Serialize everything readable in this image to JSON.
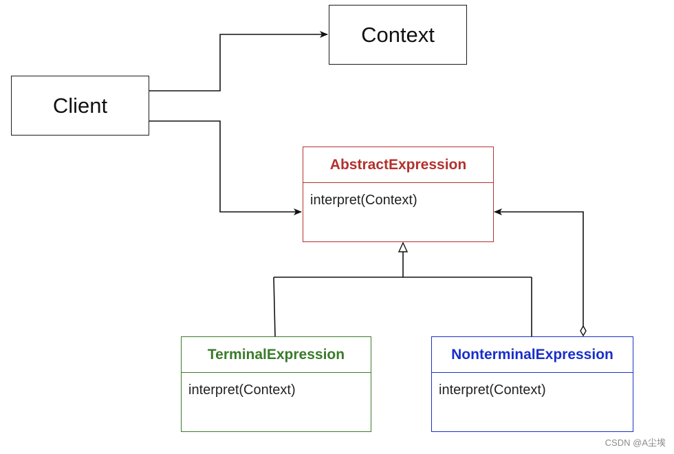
{
  "diagram": {
    "client": {
      "label": "Client"
    },
    "context": {
      "label": "Context"
    },
    "abstract_expression": {
      "title": "AbstractExpression",
      "method": "interpret(Context)",
      "color": "#b3312d"
    },
    "terminal_expression": {
      "title": "TerminalExpression",
      "method": "interpret(Context)",
      "color": "#3a7a2b"
    },
    "nonterminal_expression": {
      "title": "NonterminalExpression",
      "method": "interpret(Context)",
      "color": "#1a2ec9"
    },
    "edges": [
      {
        "from": "Client",
        "to": "Context",
        "type": "association"
      },
      {
        "from": "Client",
        "to": "AbstractExpression",
        "type": "association"
      },
      {
        "from": "TerminalExpression",
        "to": "AbstractExpression",
        "type": "inheritance"
      },
      {
        "from": "NonterminalExpression",
        "to": "AbstractExpression",
        "type": "inheritance"
      },
      {
        "from": "NonterminalExpression",
        "to": "AbstractExpression",
        "type": "aggregation"
      }
    ]
  },
  "watermark": "CSDN @A尘埃"
}
